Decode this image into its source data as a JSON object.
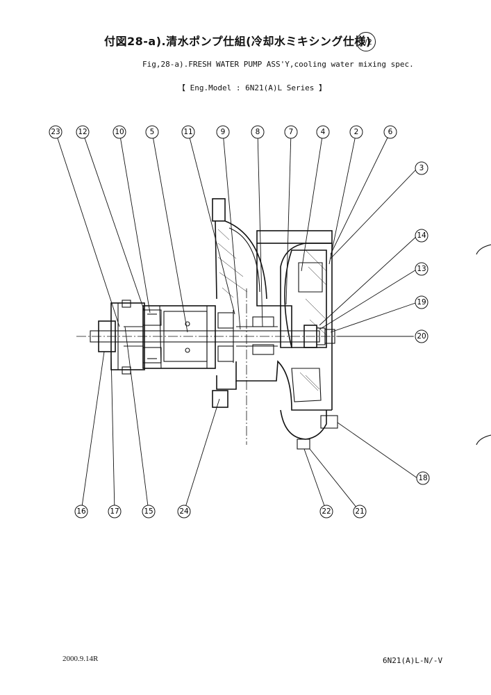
{
  "title": {
    "jp": "付図28-a).清水ポンプ仕組(冷却水ミキシング仕様)",
    "page_indicator": "1/2",
    "en": "Fig,28-a).FRESH WATER PUMP ASS'Y,cooling water mixing spec.",
    "model": "【 Eng.Model : 6N21(A)L Series 】"
  },
  "footer": {
    "date": "2000.9.14R",
    "code": "6N21(A)L-N/-V"
  },
  "callouts": {
    "c23": "23",
    "c12": "12",
    "c10": "10",
    "c5": "5",
    "c11": "11",
    "c9": "9",
    "c8": "8",
    "c7": "7",
    "c4": "4",
    "c2": "2",
    "c6": "6",
    "c3": "3",
    "c14": "14",
    "c13": "13",
    "c19": "19",
    "c20": "20",
    "c18": "18",
    "c16": "16",
    "c17": "17",
    "c15": "15",
    "c24": "24",
    "c22": "22",
    "c21": "21"
  }
}
